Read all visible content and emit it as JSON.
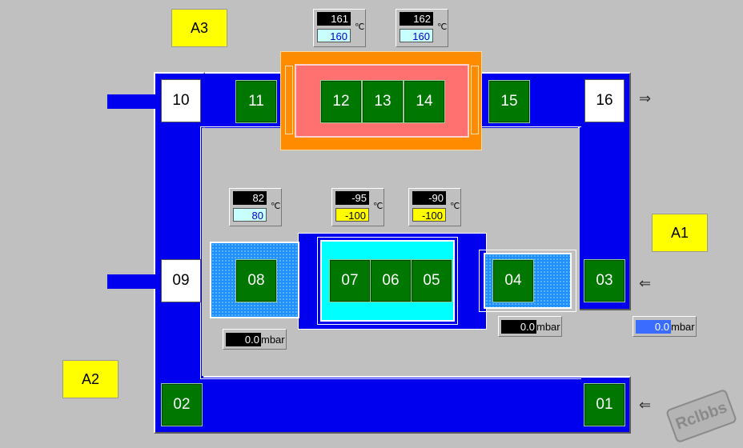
{
  "labels": {
    "a1": "A1",
    "a2": "A2",
    "a3": "A3"
  },
  "ports": {
    "p10": "10",
    "p16": "16",
    "p09": "09"
  },
  "stations": {
    "s11": "11",
    "s12": "12",
    "s13": "13",
    "s14": "14",
    "s15": "15",
    "s08": "08",
    "s07": "07",
    "s06": "06",
    "s05": "05",
    "s04": "04",
    "s03": "03",
    "s02": "02",
    "s01": "01"
  },
  "temps": [
    {
      "actual": "161",
      "setpoint": "160",
      "unit": "℃"
    },
    {
      "actual": "162",
      "setpoint": "160",
      "unit": "℃"
    },
    {
      "actual": "82",
      "setpoint": "80",
      "unit": "℃"
    },
    {
      "actual": "-95",
      "setpoint": "-100",
      "unit": "℃"
    },
    {
      "actual": "-90",
      "setpoint": "-100",
      "unit": "℃"
    }
  ],
  "pressures": [
    {
      "value": "0.0",
      "unit": "mbar"
    },
    {
      "value": "0.0",
      "unit": "mbar"
    },
    {
      "value": "0.0",
      "unit": "mbar"
    }
  ],
  "arrows": {
    "out_top": "⇒",
    "in_right": "⇐",
    "in_bottom": "⇐"
  },
  "watermark": "Rclbbs",
  "colors": {
    "track": "#0000ee",
    "station": "#007700",
    "heater_chamber": "#ff7070",
    "heater_frame": "#ff8c00",
    "cold_chamber": "#00ffff",
    "zone_blue": "#1e90ff",
    "label_yellow": "#ffff00",
    "setpoint_light": "#c8ffff",
    "setpoint_yellow": "#ffff00",
    "pressure_active": "#3a6cff"
  }
}
